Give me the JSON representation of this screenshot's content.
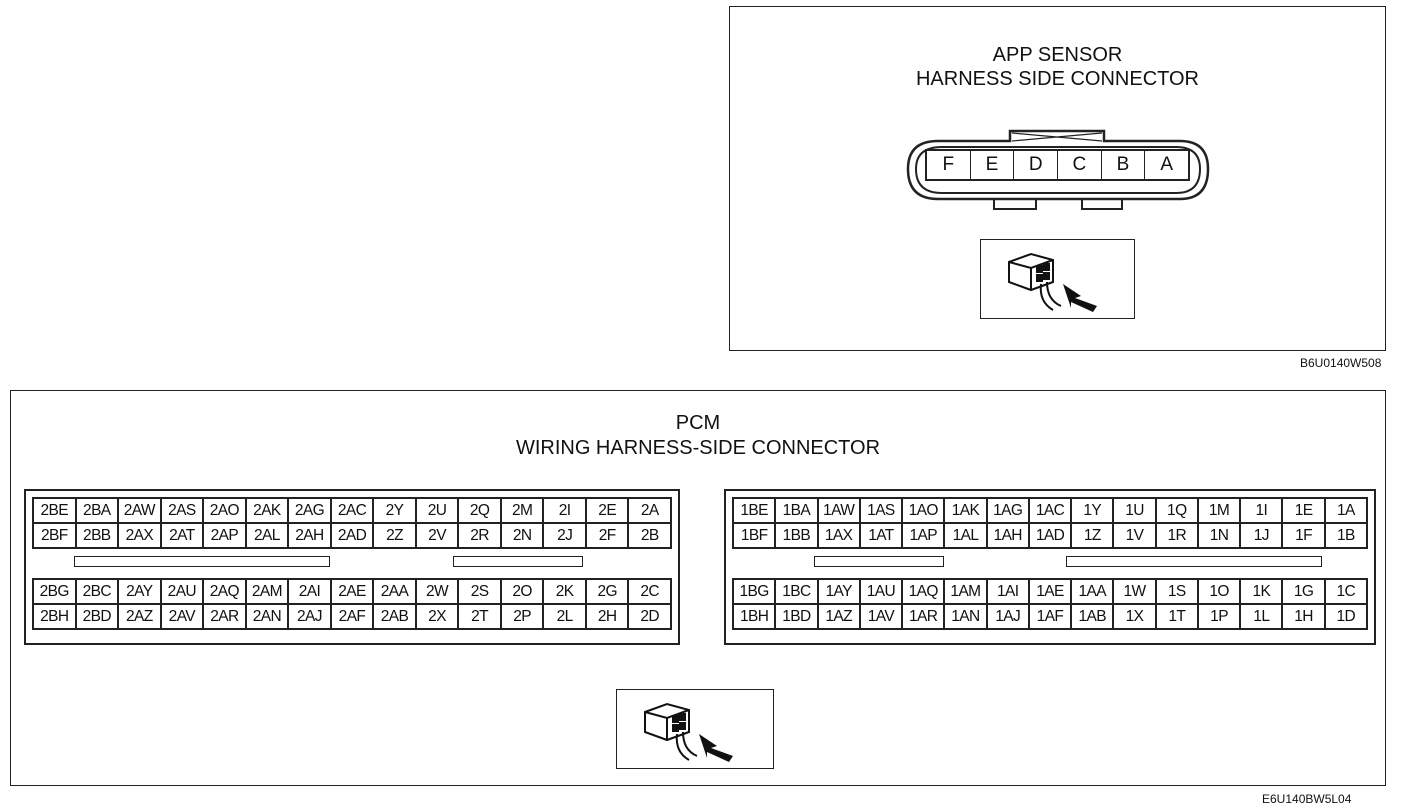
{
  "app_sensor": {
    "title_line1": "APP SENSOR",
    "title_line2": "HARNESS SIDE CONNECTOR",
    "pins": [
      "F",
      "E",
      "D",
      "C",
      "B",
      "A"
    ],
    "code": "B6U0140W508",
    "view_icon": "connector-view-arrow-icon"
  },
  "pcm": {
    "title_line1": "PCM",
    "title_line2": "WIRING HARNESS-SIDE CONNECTOR",
    "code": "E6U140BW5L04",
    "view_icon": "connector-view-arrow-icon",
    "connector2_top": [
      [
        "2BE",
        "2BA",
        "2AW",
        "2AS",
        "2AO",
        "2AK",
        "2AG",
        "2AC",
        "2Y",
        "2U",
        "2Q",
        "2M",
        "2I",
        "2E",
        "2A"
      ],
      [
        "2BF",
        "2BB",
        "2AX",
        "2AT",
        "2AP",
        "2AL",
        "2AH",
        "2AD",
        "2Z",
        "2V",
        "2R",
        "2N",
        "2J",
        "2F",
        "2B"
      ]
    ],
    "connector2_bottom": [
      [
        "2BG",
        "2BC",
        "2AY",
        "2AU",
        "2AQ",
        "2AM",
        "2AI",
        "2AE",
        "2AA",
        "2W",
        "2S",
        "2O",
        "2K",
        "2G",
        "2C"
      ],
      [
        "2BH",
        "2BD",
        "2AZ",
        "2AV",
        "2AR",
        "2AN",
        "2AJ",
        "2AF",
        "2AB",
        "2X",
        "2T",
        "2P",
        "2L",
        "2H",
        "2D"
      ]
    ],
    "connector1_top": [
      [
        "1BE",
        "1BA",
        "1AW",
        "1AS",
        "1AO",
        "1AK",
        "1AG",
        "1AC",
        "1Y",
        "1U",
        "1Q",
        "1M",
        "1I",
        "1E",
        "1A"
      ],
      [
        "1BF",
        "1BB",
        "1AX",
        "1AT",
        "1AP",
        "1AL",
        "1AH",
        "1AD",
        "1Z",
        "1V",
        "1R",
        "1N",
        "1J",
        "1F",
        "1B"
      ]
    ],
    "connector1_bottom": [
      [
        "1BG",
        "1BC",
        "1AY",
        "1AU",
        "1AQ",
        "1AM",
        "1AI",
        "1AE",
        "1AA",
        "1W",
        "1S",
        "1O",
        "1K",
        "1G",
        "1C"
      ],
      [
        "1BH",
        "1BD",
        "1AZ",
        "1AV",
        "1AR",
        "1AN",
        "1AJ",
        "1AF",
        "1AB",
        "1X",
        "1T",
        "1P",
        "1L",
        "1H",
        "1D"
      ]
    ]
  }
}
